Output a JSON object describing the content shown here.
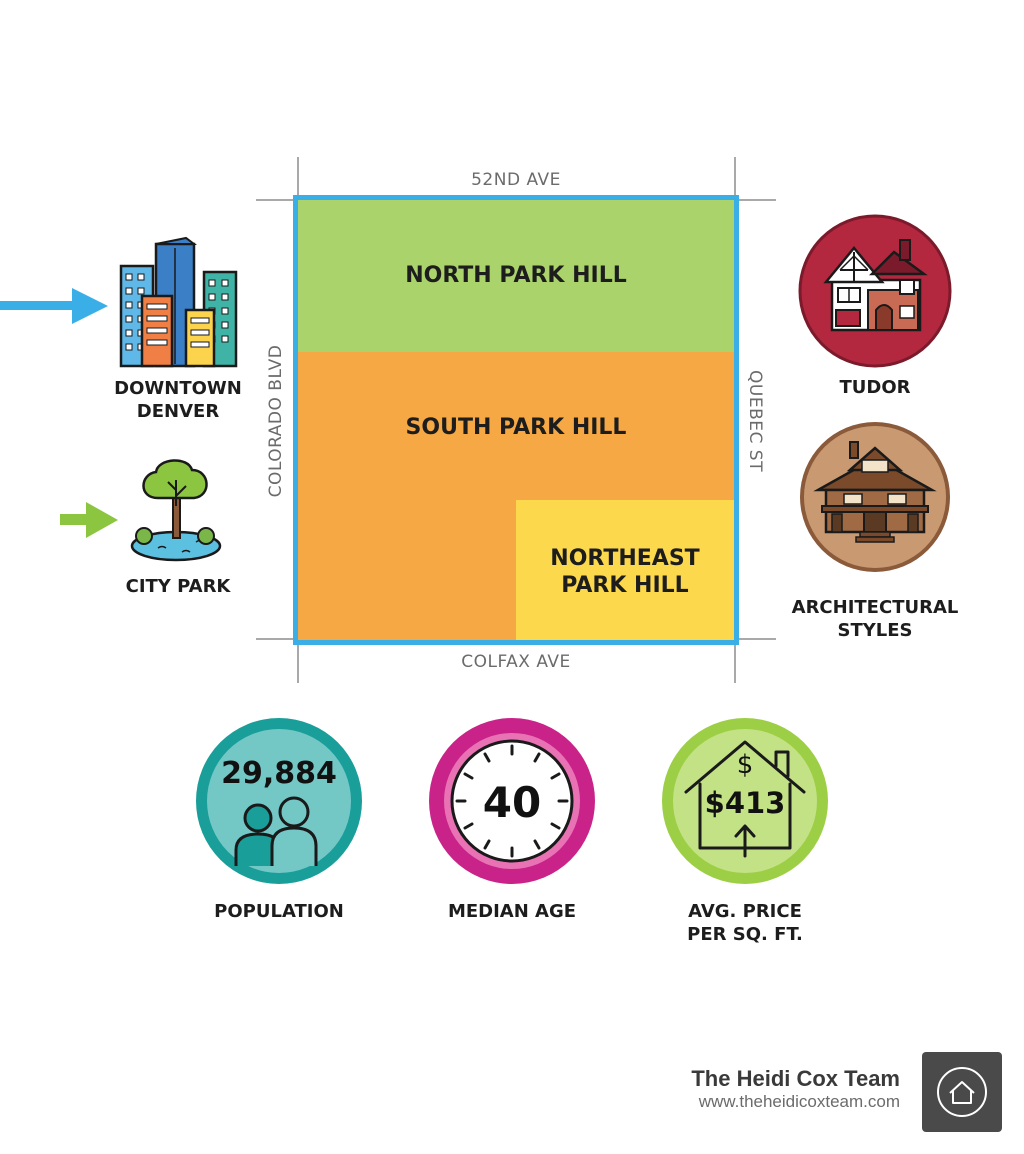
{
  "streets": {
    "north": "52ND AVE",
    "south": "COLFAX AVE",
    "west": "COLORADO BLVD",
    "east": "QUEBEC ST"
  },
  "regions": {
    "north": "NORTH PARK HILL",
    "south": "SOUTH PARK HILL",
    "northeast_line1": "NORTHEAST",
    "northeast_line2": "PARK HILL"
  },
  "landmarks": {
    "downtown_line1": "DOWNTOWN",
    "downtown_line2": "DENVER",
    "park": "CITY PARK"
  },
  "styles": {
    "tudor": "TUDOR",
    "arch_line1": "ARCHITECTURAL",
    "arch_line2": "STYLES"
  },
  "stats": {
    "population_value": "29,884",
    "population_label": "POPULATION",
    "age_value": "40",
    "age_label": "MEDIAN AGE",
    "price_symbol": "$",
    "price_value": "$413",
    "price_label_line1": "AVG. PRICE",
    "price_label_line2": "PER SQ. FT."
  },
  "branding": {
    "name": "The Heidi Cox Team",
    "url": "www.theheidicoxteam.com"
  },
  "colors": {
    "border": "#3aaee6",
    "north": "#aad36b",
    "south": "#f5a843",
    "northeast": "#fcd84d",
    "tudor": "#b3283f",
    "craftsman": "#8a5a3a",
    "population": "#1a9e9a",
    "age": "#c9238a",
    "price": "#9ccf46"
  }
}
